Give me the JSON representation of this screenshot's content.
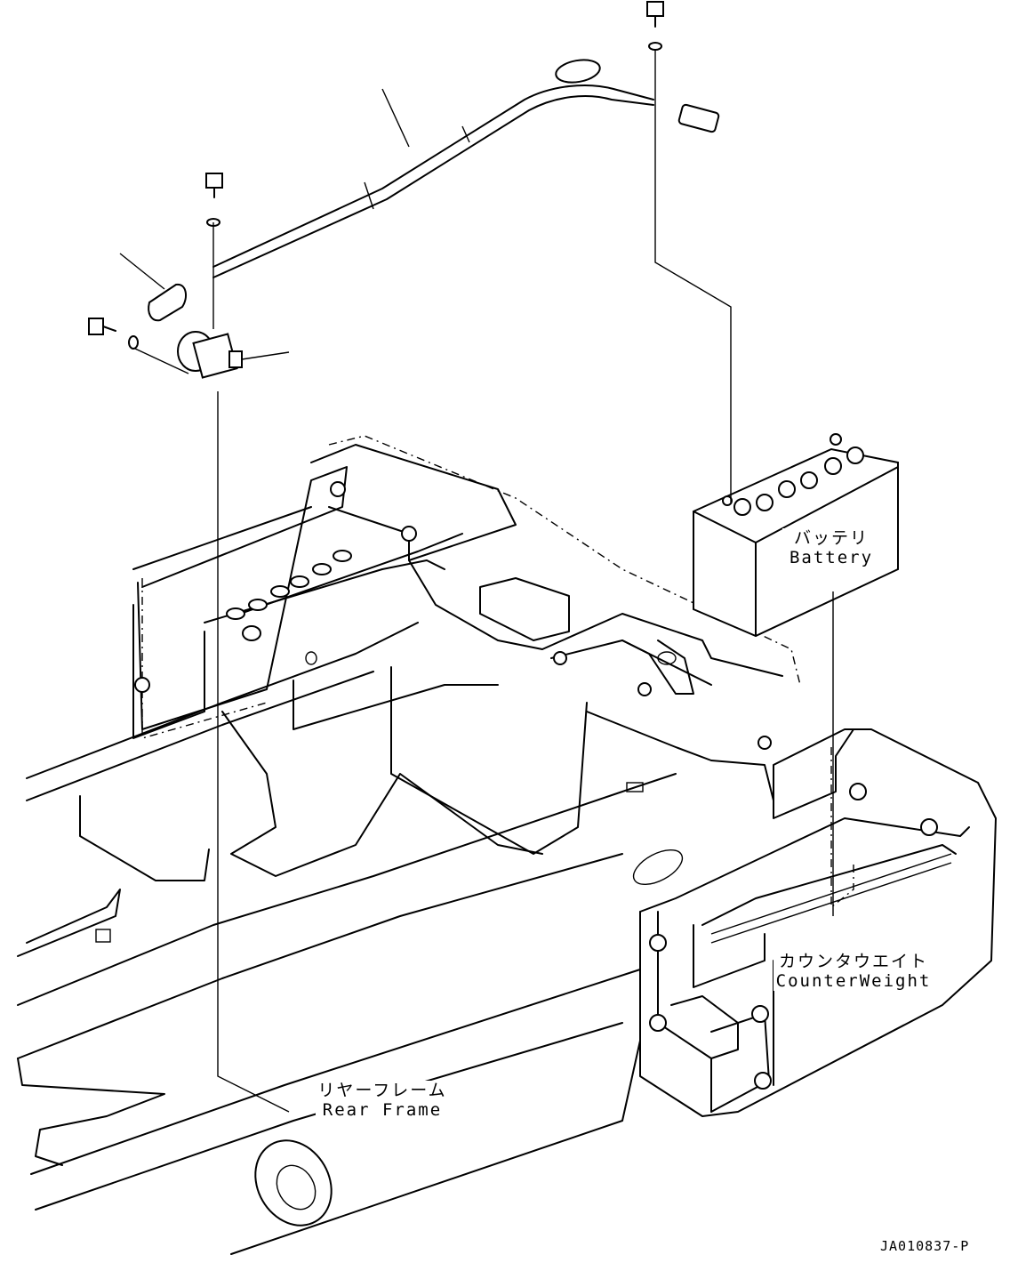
{
  "labels": {
    "battery_jp": "バッテリ",
    "battery_en": "Battery",
    "counterweight_jp": "カウンタウエイト",
    "counterweight_en": "CounterWeight",
    "rear_frame_jp": "リヤーフレーム",
    "rear_frame_en": "Rear Frame"
  },
  "drawing_code": "JA010837-P"
}
